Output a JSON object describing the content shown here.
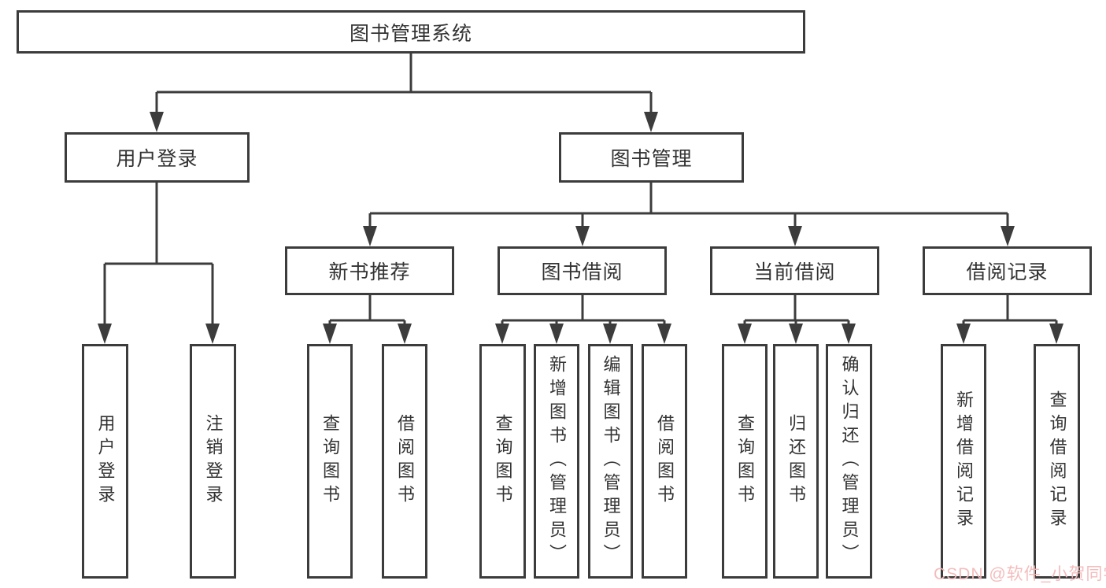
{
  "tree": {
    "root": {
      "label": "图书管理系统",
      "children": [
        {
          "label": "用户登录",
          "children": [
            {
              "label": "用户登录"
            },
            {
              "label": "注销登录"
            }
          ]
        },
        {
          "label": "图书管理",
          "children": [
            {
              "label": "新书推荐",
              "children": [
                {
                  "label": "查询图书"
                },
                {
                  "label": "借阅图书"
                }
              ]
            },
            {
              "label": "图书借阅",
              "children": [
                {
                  "label": "查询图书"
                },
                {
                  "label": "新增图书（管理员）"
                },
                {
                  "label": "编辑图书（管理员）"
                },
                {
                  "label": "借阅图书"
                }
              ]
            },
            {
              "label": "当前借阅",
              "children": [
                {
                  "label": "查询图书"
                },
                {
                  "label": "归还图书"
                },
                {
                  "label": "确认归还（管理员）"
                }
              ]
            },
            {
              "label": "借阅记录",
              "children": [
                {
                  "label": "新增借阅记录"
                },
                {
                  "label": "查询借阅记录"
                }
              ]
            }
          ]
        }
      ]
    }
  },
  "watermark": "CSDN @软件_小贺同学",
  "colors": {
    "line": "#3c3c3c",
    "box_border": "#3c3c3c",
    "text": "#333333",
    "watermark": "#f4b9b9",
    "background": "#ffffff"
  }
}
